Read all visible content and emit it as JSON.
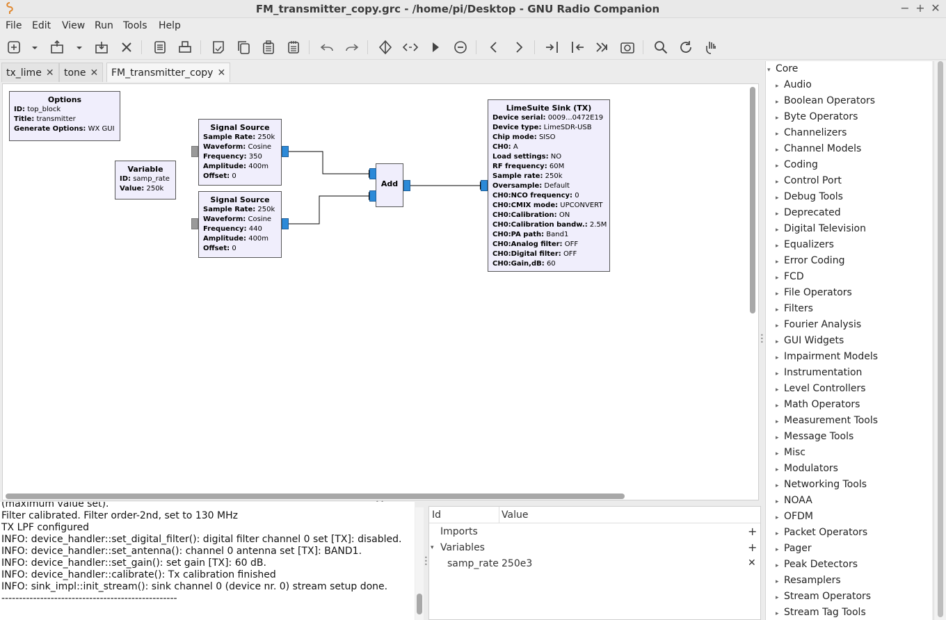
{
  "window": {
    "title": "FM_transmitter_copy.grc - /home/pi/Desktop - GNU Radio Companion",
    "minimize": "−",
    "maximize": "+",
    "close": "✕",
    "app_icon": "gnuradio-icon"
  },
  "menu": [
    "File",
    "Edit",
    "View",
    "Run",
    "Tools",
    "Help"
  ],
  "toolbar_icons": [
    "new-icon",
    "dropdown-icon",
    "open-icon",
    "dropdown-icon",
    "save-icon",
    "close-icon",
    "preferences-icon",
    "print-icon",
    "cut-icon",
    "copy-icon",
    "paste-icon",
    "delete-icon",
    "undo-icon",
    "redo-icon",
    "enable-icon",
    "bypass-icon",
    "disable-icon",
    "generate-icon",
    "left-icon",
    "right-icon",
    "find-icon",
    "run-icon",
    "stop-icon",
    "screenshot-icon",
    "search-icon",
    "reload-icon",
    "hand-icon"
  ],
  "tabs": [
    {
      "label": "tx_lime",
      "close": "✕"
    },
    {
      "label": "tone",
      "close": "✕"
    },
    {
      "label": "FM_transmitter_copy",
      "close": "✕"
    }
  ],
  "blocks": {
    "options": {
      "title": "Options",
      "params": [
        [
          "ID:",
          "top_block"
        ],
        [
          "Title:",
          "transmitter"
        ],
        [
          "Generate Options:",
          "WX GUI"
        ]
      ]
    },
    "variable": {
      "title": "Variable",
      "params": [
        [
          "ID:",
          "samp_rate"
        ],
        [
          "Value:",
          "250k"
        ]
      ]
    },
    "source1": {
      "title": "Signal Source",
      "params": [
        [
          "Sample Rate:",
          "250k"
        ],
        [
          "Waveform:",
          "Cosine"
        ],
        [
          "Frequency:",
          "350"
        ],
        [
          "Amplitude:",
          "400m"
        ],
        [
          "Offset:",
          "0"
        ]
      ]
    },
    "source2": {
      "title": "Signal Source",
      "params": [
        [
          "Sample Rate:",
          "250k"
        ],
        [
          "Waveform:",
          "Cosine"
        ],
        [
          "Frequency:",
          "440"
        ],
        [
          "Amplitude:",
          "400m"
        ],
        [
          "Offset:",
          "0"
        ]
      ]
    },
    "add": {
      "title": "Add"
    },
    "sink": {
      "title": "LimeSuite Sink (TX)",
      "params": [
        [
          "Device serial:",
          "0009...0472E19"
        ],
        [
          "Device type:",
          "LimeSDR-USB"
        ],
        [
          "Chip mode:",
          "SISO"
        ],
        [
          "CH0:",
          "A"
        ],
        [
          "Load settings:",
          "NO"
        ],
        [
          "RF frequency:",
          "60M"
        ],
        [
          "Sample rate:",
          "250k"
        ],
        [
          "Oversample:",
          "Default"
        ],
        [
          "CH0:NCO frequency:",
          "0"
        ],
        [
          "CH0:CMIX mode:",
          "UPCONVERT"
        ],
        [
          "CH0:Calibration:",
          "ON"
        ],
        [
          "CH0:Calibration bandw.:",
          "2.5M"
        ],
        [
          "CH0:PA path:",
          "Band1"
        ],
        [
          "CH0:Analog filter:",
          "OFF"
        ],
        [
          "CH0:Digital filter:",
          "OFF"
        ],
        [
          "CH0:Gain,dB:",
          "60"
        ]
      ]
    }
  },
  "tree": {
    "root": "Core",
    "items": [
      "Audio",
      "Boolean Operators",
      "Byte Operators",
      "Channelizers",
      "Channel Models",
      "Coding",
      "Control Port",
      "Debug Tools",
      "Deprecated",
      "Digital Television",
      "Equalizers",
      "Error Coding",
      "FCD",
      "File Operators",
      "Filters",
      "Fourier Analysis",
      "GUI Widgets",
      "Impairment Models",
      "Instrumentation",
      "Level Controllers",
      "Math Operators",
      "Measurement Tools",
      "Message Tools",
      "Misc",
      "Modulators",
      "Networking Tools",
      "NOAA",
      "OFDM",
      "Packet Operators",
      "Pager",
      "Peak Detectors",
      "Resamplers",
      "Stream Operators",
      "Stream Tag Tools"
    ]
  },
  "console": {
    "lines": [
      "(maximum value set).",
      "Filter calibrated. Filter order-2nd, set to 130 MHz",
      "TX LPF configured",
      "INFO: device_handler::set_digital_filter(): digital filter channel 0 set [TX]: disabled.",
      "INFO: device_handler::set_antenna(): channel 0 antenna set [TX]: BAND1.",
      "INFO: device_handler::set_gain(): set gain [TX]: 60 dB.",
      "INFO: device_handler::calibrate(): Tx calibration finished",
      "INFO: sink_impl::init_stream(): sink channel 0 (device nr. 0) stream setup done.",
      "--------------------------------------------------"
    ]
  },
  "variables": {
    "col_id": "Id",
    "col_value": "Value",
    "imports": "Imports",
    "variables_label": "Variables",
    "add_symbol": "+",
    "rows": [
      {
        "id": "samp_rate",
        "value": "250e3",
        "remove": "✕"
      }
    ]
  }
}
